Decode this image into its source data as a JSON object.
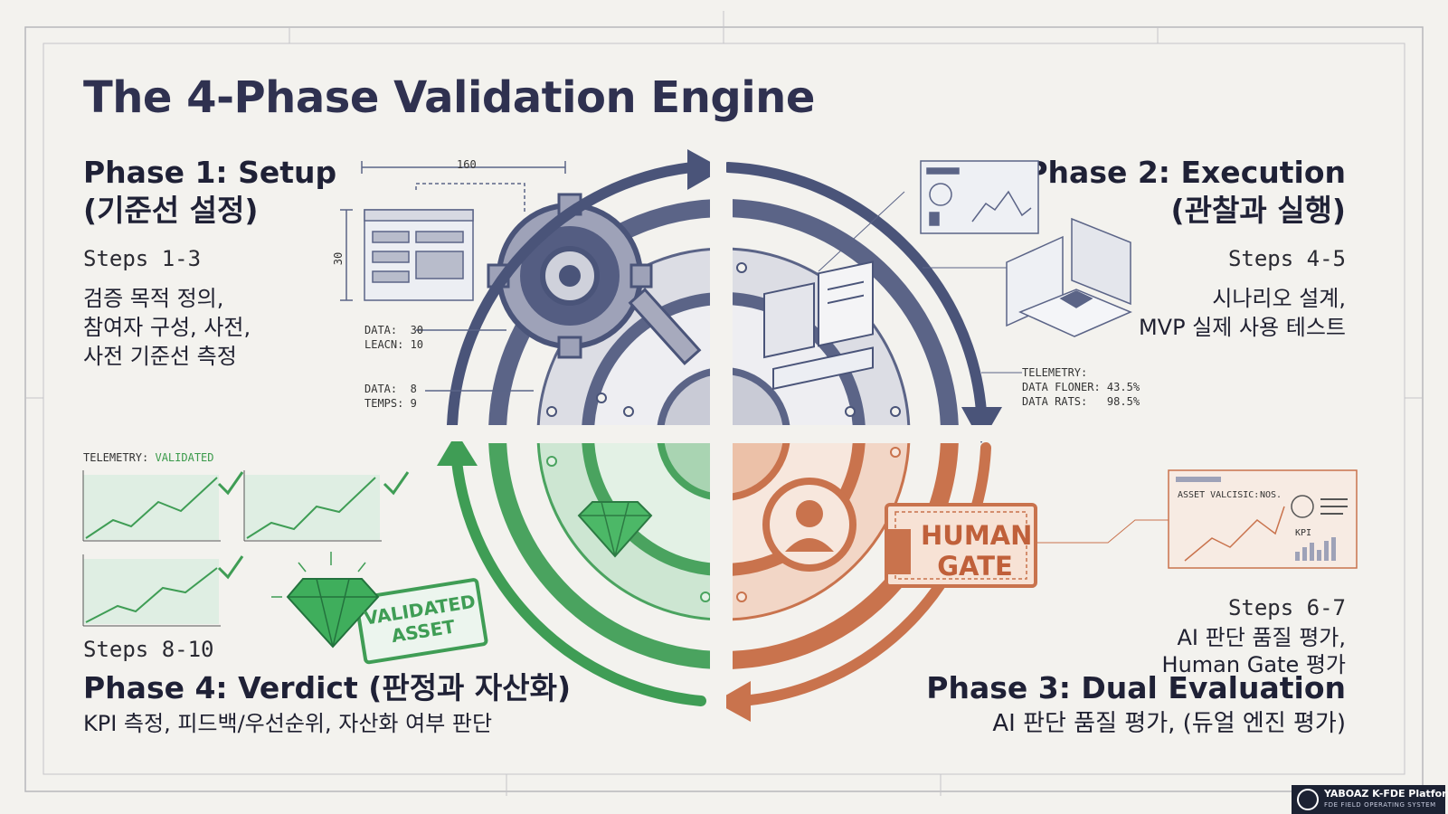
{
  "title": "The 4-Phase Validation Engine",
  "phase1": {
    "heading": "Phase 1: Setup",
    "subheading": "(기준선 설정)",
    "steps": "Steps 1-3",
    "desc": [
      "검증 목적 정의,",
      "참여자 구성, 사전,",
      "사전 기준선 측정"
    ]
  },
  "phase2": {
    "heading": "Phase 2: Execution",
    "subheading": "(관찰과 실행)",
    "steps": "Steps 4-5",
    "desc": [
      "시나리오 설계,",
      "MVP 실제 사용 테스트"
    ]
  },
  "phase3": {
    "steps": "Steps 6-7",
    "desc": [
      "AI 판단 품질 평가,",
      "Human Gate 평가"
    ],
    "heading": "Phase 3: Dual Evaluation",
    "subheading": "AI 판단 품질 평가, (듀얼 엔진 평가)"
  },
  "phase4": {
    "steps": "Steps 8-10",
    "heading": "Phase 4: Verdict (판정과 자산화)",
    "desc": "KPI 측정, 피드백/우선순위, 자산화 여부 판단"
  },
  "annotations": {
    "dim_width": "160",
    "dim_height": "30",
    "data1": "DATA:  30",
    "data2": "LEACN: 10",
    "data3": "DATA:  8",
    "data4": "TEMPS: 9",
    "tele_title": "TELEMETRY:",
    "tele1": "DATA FLONER: 43.5%",
    "tele2": "DATA RATS:   98.5%",
    "tele_left_label": "TELEMETRY:",
    "tele_left_value": "VALIDATED",
    "asset_label": "ASSET VALCISIC:",
    "asset_nos": "NOS.",
    "kpi": "KPI"
  },
  "stamps": {
    "human_gate_1": "HUMAN",
    "human_gate_2": "GATE",
    "validated_1": "VALIDATED",
    "validated_2": "ASSET"
  },
  "brand": {
    "title": "YABOAZ K-FDE Platform",
    "subtitle": "FDE FIELD OPERATING SYSTEM"
  },
  "colors": {
    "navy": "#4a5479",
    "green": "#3f9d55",
    "orange": "#c9734d",
    "gray": "#9a9cab"
  }
}
